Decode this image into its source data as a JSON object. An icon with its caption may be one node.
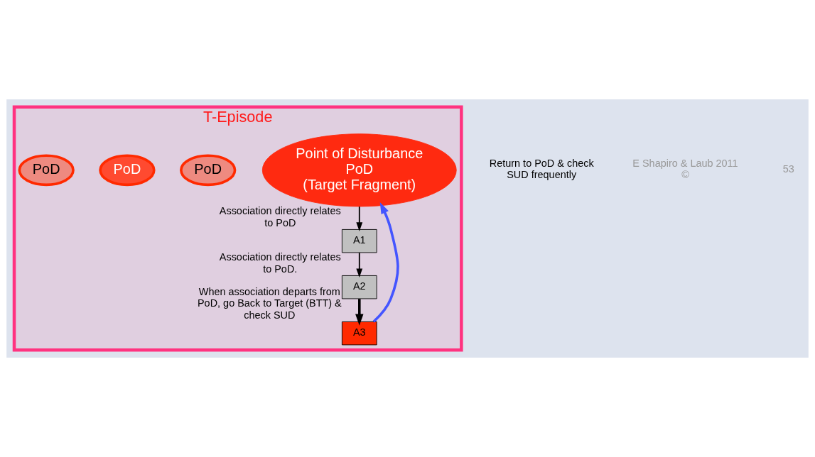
{
  "diagram": {
    "nodes": [
      {
        "text": [
          "T-Episode"
        ]
      },
      {
        "text": [
          "Point of Disturbance",
          "PoD",
          "(Target Fragment)"
        ],
        "in": 0
      },
      {
        "text": [
          "PoD"
        ],
        "in": 0
      },
      {
        "text": [
          "A1"
        ],
        "in": 0,
        "beside": [
          "Association directly relates to PoD"
        ]
      },
      {
        "text": [
          "PoD"
        ],
        "in": 0
      },
      {
        "text": [
          "A2"
        ],
        "in": 0,
        "beside": [
          "Association directly relates to PoD."
        ]
      },
      {
        "text": [
          "A3"
        ],
        "in": 0,
        "beside": [
          "When association departs from PoD, go Back to Target (BTT) &  check SUD"
        ]
      },
      {
        "text": [
          "PoD"
        ],
        "in": 0
      }
    ],
    "edges": [
      {
        "from": 1,
        "to": 3,
        "arrow": "to"
      },
      {
        "from": 3,
        "to": 5,
        "arrow": "to"
      },
      {
        "from": 5,
        "to": 6,
        "arrow": "to",
        "style": "thick"
      },
      {
        "from": 6,
        "to": 1,
        "arrow": "to",
        "style": "thick",
        "color": "#4455ff"
      }
    ],
    "labels": [
      "Return to PoD & check SUD frequently",
      "E Shapiro & Laub 2011 ©",
      "53"
    ]
  }
}
